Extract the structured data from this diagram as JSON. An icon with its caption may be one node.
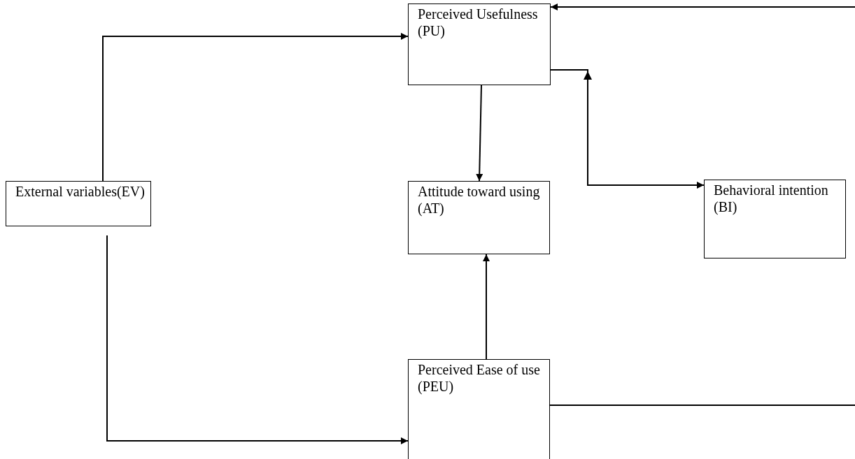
{
  "diagram": {
    "nodes": [
      {
        "text": [
          "External variables(EV)"
        ]
      },
      {
        "text": [
          "Perceived Usefulness (PU)"
        ]
      },
      {
        "text": [
          "Attitude toward using (AT)"
        ]
      },
      {
        "text": [
          "Behavioral intention (BI)"
        ]
      },
      {
        "text": [
          "Perceived Ease of use (PEU)"
        ]
      }
    ],
    "edges": [
      {
        "from": 0,
        "to": 1,
        "arrow": "to"
      },
      {
        "from": 0,
        "to": 4,
        "arrow": "to"
      },
      {
        "from": 1,
        "to": 2,
        "arrow": "to"
      },
      {
        "from": 4,
        "to": 2,
        "arrow": "to"
      },
      {
        "from": 1,
        "to": 3,
        "arrow": "to"
      },
      {
        "from": 4,
        "to": null,
        "arrow": "none"
      },
      {
        "from": null,
        "to": 1,
        "arrow": "to"
      }
    ]
  }
}
